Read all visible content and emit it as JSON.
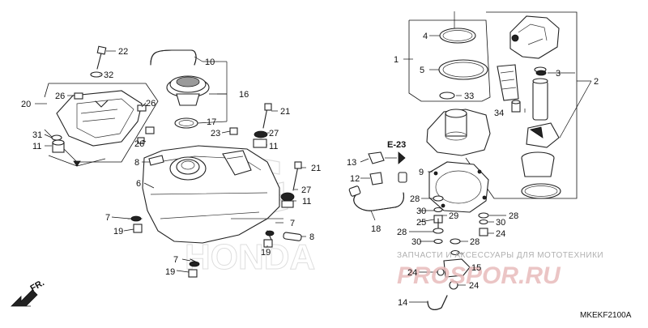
{
  "diagram": {
    "code": "MKEKF2100A",
    "reference": "E-23",
    "direction": "FR.",
    "watermark_logo": "HONDA",
    "site_watermark_top": "ЗАПЧАСТИ И АКСЕССУАРЫ ДЛЯ МОТОТЕХНИКИ",
    "site_watermark_logo": "PROSPOR.RU"
  },
  "callouts": [
    {
      "id": "c1",
      "text": "1"
    },
    {
      "id": "c2",
      "text": "2"
    },
    {
      "id": "c3",
      "text": "3"
    },
    {
      "id": "c4",
      "text": "4"
    },
    {
      "id": "c5",
      "text": "5"
    },
    {
      "id": "c6",
      "text": "6"
    },
    {
      "id": "c7a",
      "text": "7"
    },
    {
      "id": "c7b",
      "text": "7"
    },
    {
      "id": "c7c",
      "text": "7"
    },
    {
      "id": "c8a",
      "text": "8"
    },
    {
      "id": "c8b",
      "text": "8"
    },
    {
      "id": "c9",
      "text": "9"
    },
    {
      "id": "c10",
      "text": "10"
    },
    {
      "id": "c11a",
      "text": "11"
    },
    {
      "id": "c11b",
      "text": "11"
    },
    {
      "id": "c11c",
      "text": "11"
    },
    {
      "id": "c12",
      "text": "12"
    },
    {
      "id": "c13",
      "text": "13"
    },
    {
      "id": "c14",
      "text": "14"
    },
    {
      "id": "c15",
      "text": "15"
    },
    {
      "id": "c16",
      "text": "16"
    },
    {
      "id": "c17",
      "text": "17"
    },
    {
      "id": "c18",
      "text": "18"
    },
    {
      "id": "c19a",
      "text": "19"
    },
    {
      "id": "c19b",
      "text": "19"
    },
    {
      "id": "c19c",
      "text": "19"
    },
    {
      "id": "c20",
      "text": "20"
    },
    {
      "id": "c21a",
      "text": "21"
    },
    {
      "id": "c21b",
      "text": "21"
    },
    {
      "id": "c22",
      "text": "22"
    },
    {
      "id": "c23",
      "text": "23"
    },
    {
      "id": "c24a",
      "text": "24"
    },
    {
      "id": "c24b",
      "text": "24"
    },
    {
      "id": "c24c",
      "text": "24"
    },
    {
      "id": "c25",
      "text": "25"
    },
    {
      "id": "c26a",
      "text": "26"
    },
    {
      "id": "c26b",
      "text": "26"
    },
    {
      "id": "c26c",
      "text": "26"
    },
    {
      "id": "c27a",
      "text": "27"
    },
    {
      "id": "c27b",
      "text": "27"
    },
    {
      "id": "c28a",
      "text": "28"
    },
    {
      "id": "c28b",
      "text": "28"
    },
    {
      "id": "c28c",
      "text": "28"
    },
    {
      "id": "c28d",
      "text": "28"
    },
    {
      "id": "c29",
      "text": "29"
    },
    {
      "id": "c30a",
      "text": "30"
    },
    {
      "id": "c30b",
      "text": "30"
    },
    {
      "id": "c30c",
      "text": "30"
    },
    {
      "id": "c31",
      "text": "31"
    },
    {
      "id": "c32",
      "text": "32"
    },
    {
      "id": "c33",
      "text": "33"
    },
    {
      "id": "c34",
      "text": "34"
    }
  ]
}
